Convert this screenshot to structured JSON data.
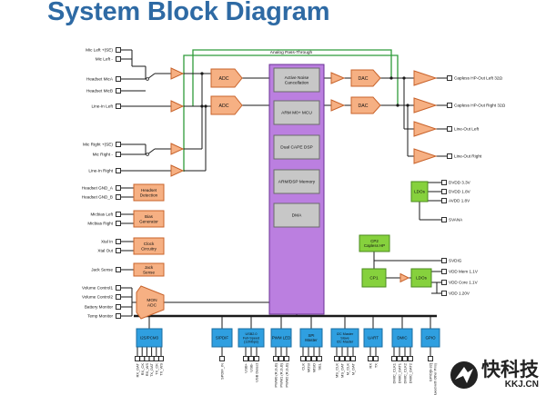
{
  "title": "System Block Diagram",
  "top_label": "Analog Pass-Through",
  "inputs_top": [
    "Mic Left +(SE)",
    "Mic Left -",
    "Headset MicA",
    "Headset MicB",
    "Line-In Left"
  ],
  "inputs_mid": [
    "Mic Right +(SE)",
    "Mic Right -",
    "Line-In Right"
  ],
  "adc_label": "ADC",
  "dac_label": "DAC",
  "core_blocks": [
    "Active Noise Cancellation",
    "ARM M0+ MCU",
    "Dual CAPE DSP",
    "ARM/DSP Memory",
    "DMA"
  ],
  "outputs": [
    "Capless HP-Out Left 32Ω",
    "Capless HP-Out Right 32Ω",
    "Line-Out Left",
    "Line-Out Right"
  ],
  "left_blocks": [
    {
      "pins": [
        "Headset GND_A",
        "Headset GND_B"
      ],
      "label": "Headset Detection"
    },
    {
      "pins": [
        "Micbias Left",
        "Micbias Right"
      ],
      "label": "Bias Generator"
    },
    {
      "pins": [
        "Xtal In",
        "Xtal Out"
      ],
      "label": "Clock Circuitry"
    },
    {
      "pins": [
        "Jack Sense"
      ],
      "label": "Jack Sense"
    }
  ],
  "mon_adc": {
    "label": "MON ADC",
    "pins": [
      "Volume Control1",
      "Volume Control2",
      "Battery Monitor",
      "Temp Monitor"
    ]
  },
  "ldos": {
    "label": "LDOs",
    "outputs": [
      "DVDD 3.3V",
      "DVDD 1.8V",
      "AVDD 1.8V"
    ],
    "input": "SVANA"
  },
  "cp2": {
    "label": "CP2 Capless HP",
    "pin": "SVDIG"
  },
  "cp1": {
    "label": "CP1"
  },
  "ldos2": {
    "label": "LDOs",
    "outputs": [
      "VDD Mem 1.1V",
      "VDD Core 1.1V",
      "VDD 1.20V"
    ]
  },
  "bottom_blocks": [
    {
      "label": "I2S/PCM3",
      "pins": [
        "RX_DAT",
        "RX_CK",
        "RX_WS",
        "TX_DAT",
        "TX_CK",
        "TX_WS"
      ]
    },
    {
      "label": "S/PDIF",
      "pins": [
        "SPDIF_IN"
      ]
    },
    {
      "label": "USB2.0 Full-Speed (12Mbps)",
      "pins": [
        "USB+",
        "USB-",
        "USB Detect"
      ]
    },
    {
      "label": "PWM LED",
      "pins": [
        "PWM0 (R,G,B)",
        "PWM1 (R,G,B)",
        "PWM2 (R,G,B)"
      ]
    },
    {
      "label": "SPI Master",
      "pins": [
        "CLK",
        "MOSI",
        "MISO",
        "SEL"
      ]
    },
    {
      "label": "I2C Master Slave I2C Master",
      "pins": [
        "MS_CLK",
        "MS_DAT",
        "M_CLK",
        "M_DAT"
      ]
    },
    {
      "label": "UART",
      "pins": [
        "RX",
        "TX"
      ]
    },
    {
      "label": "DMIC",
      "pins": [
        "DMIC_CLK1",
        "DMIC_DAT1",
        "DMIC_CLK2",
        "DMIC_DAT2"
      ]
    },
    {
      "label": "GPIO",
      "pins": [
        "GPIO[0-32] (Muxed with Other Pins)"
      ]
    }
  ],
  "watermark": {
    "text": "快科技",
    "url": "KKJ.CN"
  },
  "colors": {
    "title": "#2e6aa4",
    "orange_fill": "#f6b083",
    "orange_stroke": "#c8632b",
    "purple_fill": "#bb7fe0",
    "purple_stroke": "#6a2f94",
    "gray_fill": "#c7c7c7",
    "blue_fill": "#2f9fe0",
    "green_fill": "#86d13d",
    "green_line": "#2f9c3a",
    "line": "#1a1a1a"
  }
}
